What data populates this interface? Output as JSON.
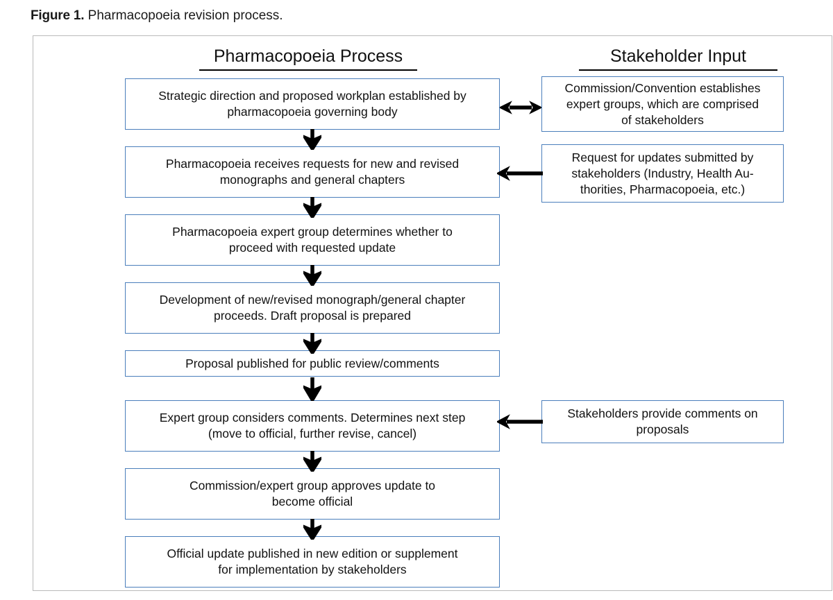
{
  "caption": {
    "label": "Figure 1.",
    "text": " Pharmacopoeia revision process."
  },
  "figure": {
    "headers": {
      "left": "Pharmacopoeia Process",
      "right": "Stakeholder Input"
    },
    "colors": {
      "box_border": "#4a7ebb",
      "arrow": "#000000",
      "frame_border": "#b9b9b9",
      "text": "#111111"
    }
  },
  "chart_data": {
    "type": "diagram",
    "title": "Pharmacopoeia revision process",
    "columns": [
      "Pharmacopoeia Process",
      "Stakeholder Input"
    ],
    "process_nodes": [
      {
        "id": "p1",
        "text": "Strategic direction and proposed workplan established by pharmacopoeia governing body"
      },
      {
        "id": "p2",
        "text": "Pharmacopoeia receives requests for new and revised monographs and general chapters"
      },
      {
        "id": "p3",
        "text": "Pharmacopoeia expert group determines whether to proceed with requested update"
      },
      {
        "id": "p4",
        "text": "Development of new/revised monograph/general chapter proceeds. Draft proposal is prepared"
      },
      {
        "id": "p5",
        "text": "Proposal published for public review/comments"
      },
      {
        "id": "p6",
        "text": "Expert group considers comments. Determines next step (move to official, further revise, cancel)"
      },
      {
        "id": "p7",
        "text": "Commission/expert group approves update to become official"
      },
      {
        "id": "p8",
        "text": "Official update published in new edition or supplement for implementation by stakeholders"
      }
    ],
    "stakeholder_nodes": [
      {
        "id": "s1",
        "text": "Commission/Convention establishes expert groups, which are comprised of stakeholders"
      },
      {
        "id": "s2",
        "text": "Request for updates submitted by stakeholders (Industry, Health Au-thorities, Pharmacopoeia, etc.)"
      },
      {
        "id": "s3",
        "text": "Stakeholders provide comments on proposals"
      }
    ],
    "edges": [
      {
        "from": "p1",
        "to": "p2",
        "type": "arrow-down"
      },
      {
        "from": "p2",
        "to": "p3",
        "type": "arrow-down"
      },
      {
        "from": "p3",
        "to": "p4",
        "type": "arrow-down"
      },
      {
        "from": "p4",
        "to": "p5",
        "type": "arrow-down"
      },
      {
        "from": "p5",
        "to": "p6",
        "type": "arrow-down"
      },
      {
        "from": "p6",
        "to": "p7",
        "type": "arrow-down"
      },
      {
        "from": "p7",
        "to": "p8",
        "type": "arrow-down"
      },
      {
        "from": "p1",
        "to": "s1",
        "type": "double-arrow-horizontal"
      },
      {
        "from": "s2",
        "to": "p2",
        "type": "arrow-left"
      },
      {
        "from": "s3",
        "to": "p6",
        "type": "arrow-left"
      }
    ]
  },
  "nodes": {
    "p1_line1": "Strategic direction and proposed workplan established by",
    "p1_line2": "pharmacopoeia governing body",
    "p2_line1": "Pharmacopoeia receives requests for new and revised",
    "p2_line2": "monographs and general chapters",
    "p3_line1": "Pharmacopoeia expert group determines whether to",
    "p3_line2": "proceed with requested update",
    "p4_line1": "Development of new/revised monograph/general chapter",
    "p4_line2": "proceeds. Draft proposal is prepared",
    "p5_line1": "Proposal published for public review/comments",
    "p6_line1": "Expert group considers comments. Determines next step",
    "p6_line2": "(move to official, further revise, cancel)",
    "p7_line1": "Commission/expert group approves update to",
    "p7_line2": "become official",
    "p8_line1": "Official update published in new edition or supplement",
    "p8_line2": "for implementation by stakeholders",
    "s1_line1": "Commission/Convention establishes",
    "s1_line2": "expert groups, which are comprised",
    "s1_line3": "of stakeholders",
    "s2_line1": "Request for updates submitted by",
    "s2_line2": "stakeholders (Industry, Health Au-",
    "s2_line3": "thorities, Pharmacopoeia, etc.)",
    "s3_line1": "Stakeholders provide comments on",
    "s3_line2": "proposals"
  }
}
